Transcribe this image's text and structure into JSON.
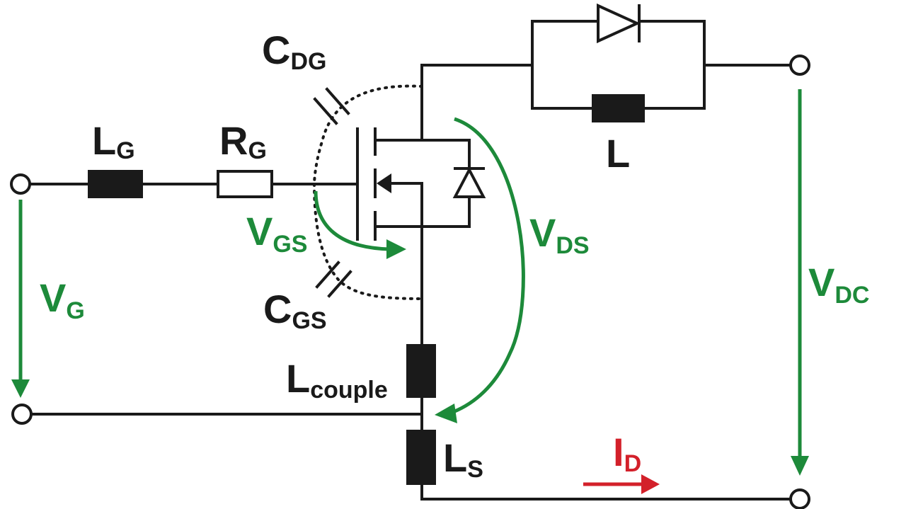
{
  "labels": {
    "lg": {
      "main": "L",
      "sub": "G"
    },
    "rg": {
      "main": "R",
      "sub": "G"
    },
    "cdg": {
      "main": "C",
      "sub": "DG"
    },
    "cgs": {
      "main": "C",
      "sub": "GS"
    },
    "l": {
      "main": "L"
    },
    "vgs": {
      "main": "V",
      "sub": "GS"
    },
    "vds": {
      "main": "V",
      "sub": "DS"
    },
    "vg": {
      "main": "V",
      "sub": "G"
    },
    "vdc": {
      "main": "V",
      "sub": "DC"
    },
    "lcouple": {
      "main": "L",
      "sub": "couple"
    },
    "ls": {
      "main": "L",
      "sub": "S"
    },
    "id": {
      "main": "I",
      "sub": "D"
    }
  },
  "colors": {
    "wire": "#1a1a1a",
    "voltage": "#1d8a3a",
    "current": "#d3202a"
  }
}
